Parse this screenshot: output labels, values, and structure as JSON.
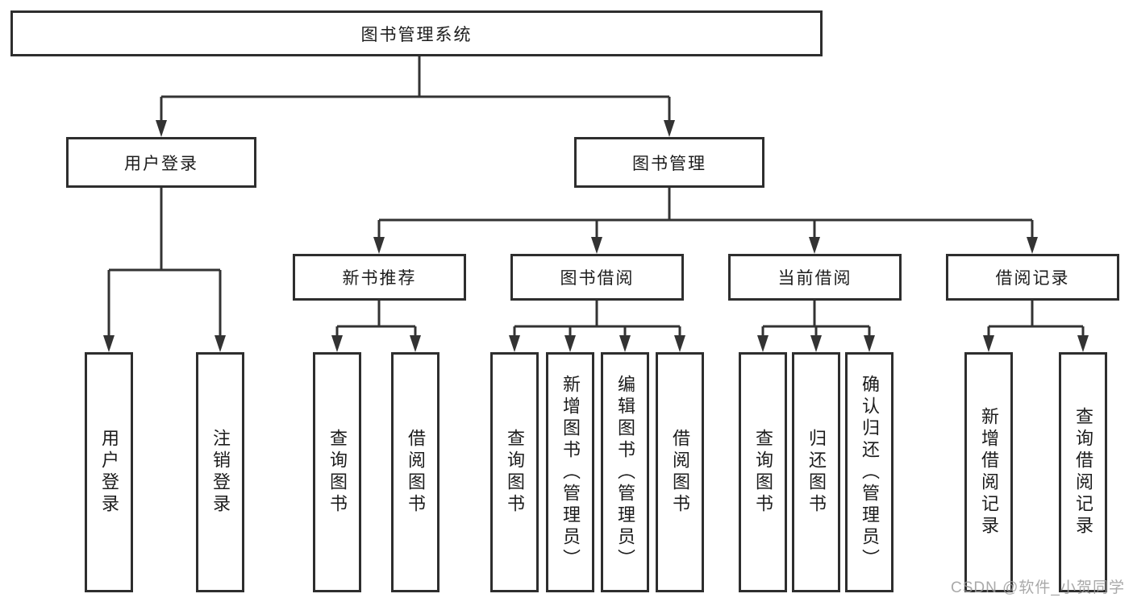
{
  "diagram": {
    "title": "图书管理系统",
    "level2": {
      "user_login": "用户登录",
      "book_mgmt": "图书管理"
    },
    "level3": {
      "new_books": "新书推荐",
      "borrowing": "图书借阅",
      "current": "当前借阅",
      "records": "借阅记录"
    },
    "leaves": {
      "user_login": [
        "用户登录",
        "注销登录"
      ],
      "new_books": [
        "查询图书",
        "借阅图书"
      ],
      "borrowing": [
        "查询图书",
        "新增图书（管理员）",
        "编辑图书（管理员）",
        "借阅图书"
      ],
      "current": [
        "查询图书",
        "归还图书",
        "确认归还（管理员）"
      ],
      "records": [
        "新增借阅记录",
        "查询借阅记录"
      ]
    },
    "watermark": "CSDN @软件_小贺同学",
    "colors": {
      "line": "#333333",
      "border": "#2e2e2e",
      "text": "#1c1c1c",
      "watermark": "#9b9b9b",
      "bg": "#ffffff"
    }
  }
}
